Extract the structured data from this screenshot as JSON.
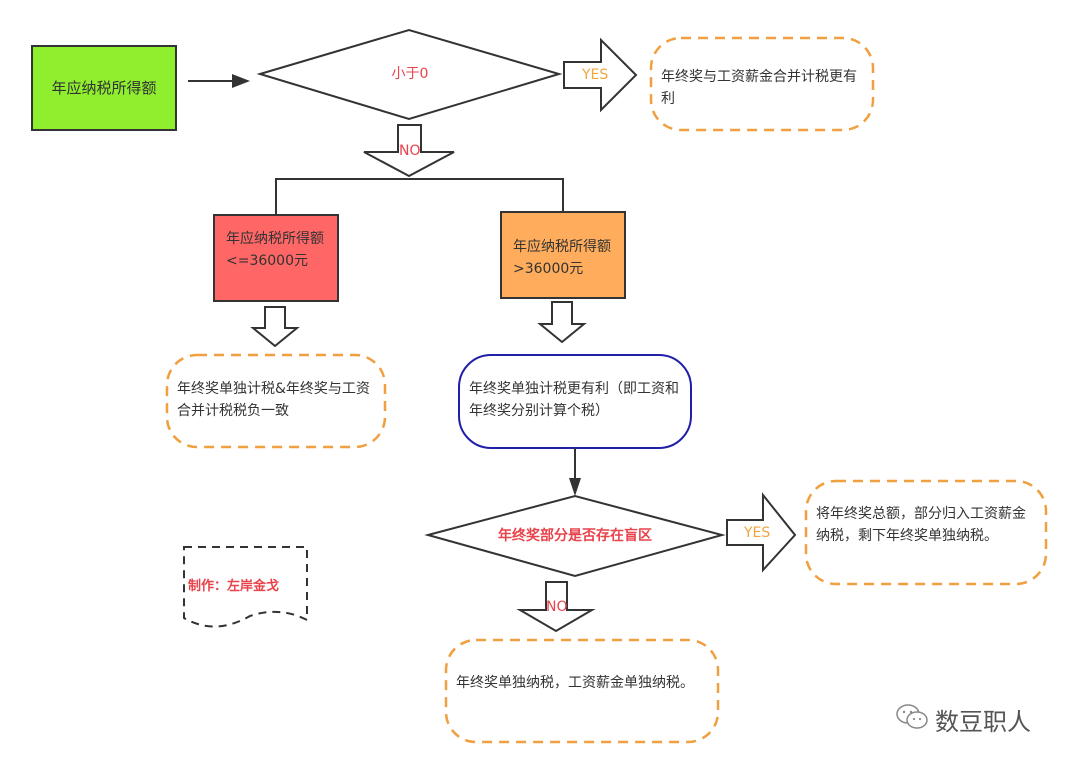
{
  "diagram": {
    "start_box": {
      "label": "年应纳税所得额",
      "fill": "#8fef2f"
    },
    "decision1": {
      "label": "小于0"
    },
    "yes1": {
      "label": "YES"
    },
    "result_yes1": {
      "label": "年终奖与工资薪金合并计税更有利"
    },
    "no1": {
      "label": "NO"
    },
    "branch_low": {
      "label": "年应纳税所得额<=36000元",
      "fill": "#ff6666"
    },
    "branch_high": {
      "label": "年应纳税所得额>36000元",
      "fill": "#ffad5c"
    },
    "result_low": {
      "label": "年终奖单独计税&年终奖与工资合并计税税负一致"
    },
    "result_high": {
      "label": "年终奖单独计税更有利（即工资和年终奖分别计算个税）",
      "border": "#1f1fa8"
    },
    "decision2": {
      "label": "年终奖部分是否存在盲区"
    },
    "yes2": {
      "label": "YES"
    },
    "result_yes2": {
      "label": "将年终奖总额，部分归入工资薪金纳税，剩下年终奖单独纳税。"
    },
    "no2": {
      "label": "NO"
    },
    "result_no2": {
      "label": "年终奖单独纳税，工资薪金单独纳税。"
    },
    "credit": {
      "label": "制作：左岸金戈"
    },
    "colors": {
      "dash_orange": "#f0a040",
      "stroke": "#333333",
      "red_text": "#e8434b",
      "yes_text": "#f0a53c"
    }
  },
  "watermark": {
    "icon": "wechat-icon",
    "label": "数豆职人"
  }
}
